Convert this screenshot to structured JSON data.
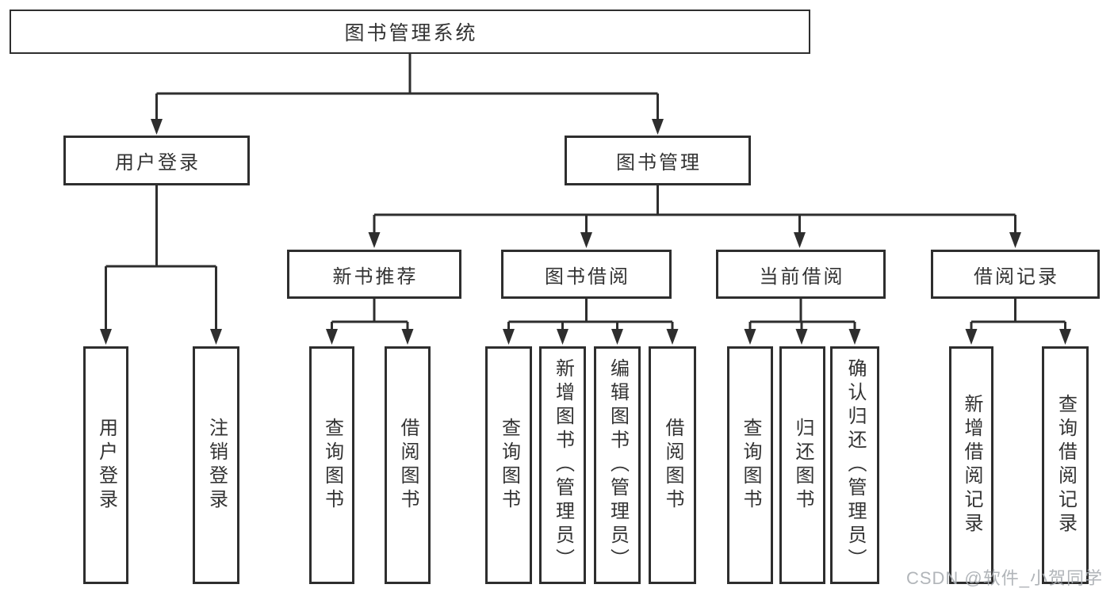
{
  "diagram": {
    "root": {
      "label": "图书管理系统"
    },
    "level2": [
      {
        "id": "user-login",
        "label": "用户登录"
      },
      {
        "id": "book-management",
        "label": "图书管理"
      }
    ],
    "level3": [
      {
        "id": "new-book-recommend",
        "label": "新书推荐",
        "parent": "book-management"
      },
      {
        "id": "book-borrow",
        "label": "图书借阅",
        "parent": "book-management"
      },
      {
        "id": "current-borrow",
        "label": "当前借阅",
        "parent": "book-management"
      },
      {
        "id": "borrow-records",
        "label": "借阅记录",
        "parent": "book-management"
      }
    ],
    "leaves": [
      {
        "id": "user-login-action",
        "label": "用户登录",
        "parent": "user-login"
      },
      {
        "id": "logout-action",
        "label": "注销登录",
        "parent": "user-login"
      },
      {
        "id": "query-book-recommend",
        "label": "查询图书",
        "parent": "new-book-recommend"
      },
      {
        "id": "borrow-book-recommend",
        "label": "借阅图书",
        "parent": "new-book-recommend"
      },
      {
        "id": "query-book-borrow",
        "label": "查询图书",
        "parent": "book-borrow"
      },
      {
        "id": "add-book-admin",
        "label": "新增图书（管理员）",
        "parent": "book-borrow"
      },
      {
        "id": "edit-book-admin",
        "label": "编辑图书（管理员）",
        "parent": "book-borrow"
      },
      {
        "id": "borrow-book-action",
        "label": "借阅图书",
        "parent": "book-borrow"
      },
      {
        "id": "query-book-current",
        "label": "查询图书",
        "parent": "current-borrow"
      },
      {
        "id": "return-book",
        "label": "归还图书",
        "parent": "current-borrow"
      },
      {
        "id": "confirm-return-admin",
        "label": "确认归还（管理员）",
        "parent": "current-borrow"
      },
      {
        "id": "add-borrow-record",
        "label": "新增借阅记录",
        "parent": "borrow-records"
      },
      {
        "id": "query-borrow-record",
        "label": "查询借阅记录",
        "parent": "borrow-records"
      }
    ]
  },
  "watermark": {
    "text": "CSDN @软件_小贺同学"
  },
  "colors": {
    "line": "#2e2e2e",
    "text": "#333333",
    "background": "#ffffff",
    "watermark": "#a9adb2"
  }
}
